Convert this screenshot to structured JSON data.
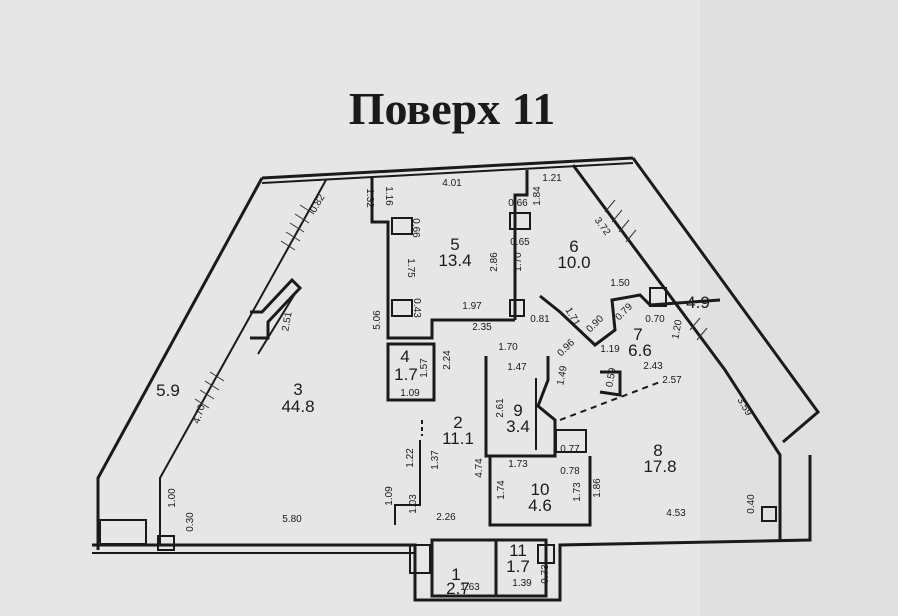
{
  "title": "Поверх 11",
  "rooms": [
    {
      "num": "1",
      "area": "2.7"
    },
    {
      "num": "2",
      "area": "11.1"
    },
    {
      "num": "3",
      "area": "44.8"
    },
    {
      "num": "4",
      "area": "1.7"
    },
    {
      "num": "5",
      "area": "13.4"
    },
    {
      "num": "6",
      "area": "10.0"
    },
    {
      "num": "7",
      "area": "6.6"
    },
    {
      "num": "8",
      "area": "17.8"
    },
    {
      "num": "9",
      "area": "3.4"
    },
    {
      "num": "10",
      "area": "4.6"
    },
    {
      "num": "11",
      "area": "1.7"
    }
  ],
  "balconies": [
    "5.9",
    "4.9"
  ],
  "dimensions": [
    "4.01",
    "1.21",
    "1.32",
    "1.16",
    "0.82",
    "0.66",
    "1.84",
    "3.72",
    "0.66",
    "0.65",
    "1.75",
    "2.86",
    "1.70",
    "1.50",
    "0.43",
    "1.97",
    "0.81",
    "1.71",
    "0.79",
    "0.70",
    "5.06",
    "2.35",
    "0.90",
    "1.20",
    "2.51",
    "1.70",
    "0.96",
    "1.19",
    "1.57",
    "2.24",
    "1.47",
    "1.49",
    "2.43",
    "0.59",
    "2.57",
    "1.09",
    "4.70",
    "2.61",
    "3.59",
    "0.77",
    "1.22",
    "1.37",
    "4.74",
    "1.73",
    "0.78",
    "1.00",
    "1.09",
    "1.74",
    "1.73",
    "1.86",
    "0.30",
    "5.80",
    "1.03",
    "2.26",
    "4.53",
    "0.40",
    "1.63",
    "1.39",
    "0.73"
  ]
}
